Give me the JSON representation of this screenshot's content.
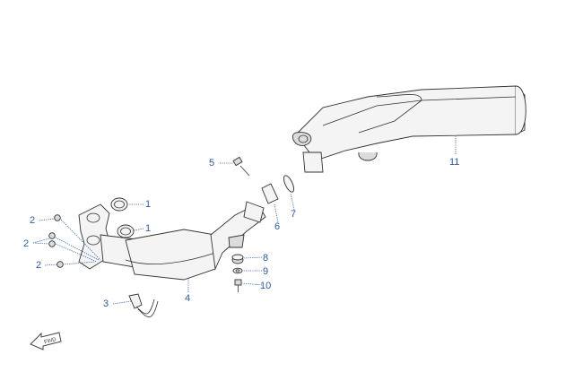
{
  "callouts": [
    {
      "id": "c1a",
      "label": "1"
    },
    {
      "id": "c1b",
      "label": "1"
    },
    {
      "id": "c2a",
      "label": "2"
    },
    {
      "id": "c2b",
      "label": "2"
    },
    {
      "id": "c2c",
      "label": "2"
    },
    {
      "id": "c3",
      "label": "3"
    },
    {
      "id": "c4",
      "label": "4"
    },
    {
      "id": "c5",
      "label": "5"
    },
    {
      "id": "c6",
      "label": "6"
    },
    {
      "id": "c7",
      "label": "7"
    },
    {
      "id": "c8",
      "label": "8"
    },
    {
      "id": "c9",
      "label": "9"
    },
    {
      "id": "c10",
      "label": "10"
    },
    {
      "id": "c11",
      "label": "11"
    }
  ],
  "direction_marker": {
    "label": "FWD",
    "icon": "forward-arrow-icon"
  }
}
